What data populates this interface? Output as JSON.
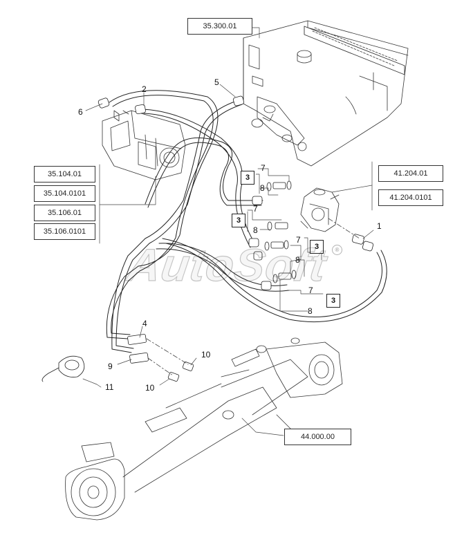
{
  "diagram": {
    "reference_boxes": {
      "tank": "35.300.01",
      "pump_a": "35.104.01",
      "pump_b": "35.104.0101",
      "pump_c": "35.106.01",
      "pump_d": "35.106.0101",
      "valve_a": "41.204.01",
      "valve_b": "41.204.0101",
      "axle": "44.000.00"
    },
    "callouts": {
      "c1": "1",
      "c2": "2",
      "c4": "4",
      "c5": "5",
      "c6": "6",
      "c7a": "7",
      "c7b": "7",
      "c7c": "7",
      "c7d": "7",
      "c8a": "8",
      "c8b": "8",
      "c8c": "8",
      "c8d": "8",
      "c9": "9",
      "c10a": "10",
      "c10b": "10",
      "c11": "11"
    },
    "boxed_callouts": {
      "b3a": "3",
      "b3b": "3",
      "b3c": "3",
      "b3d": "3"
    },
    "watermark": "AutoSoft",
    "registered_mark": "®"
  }
}
